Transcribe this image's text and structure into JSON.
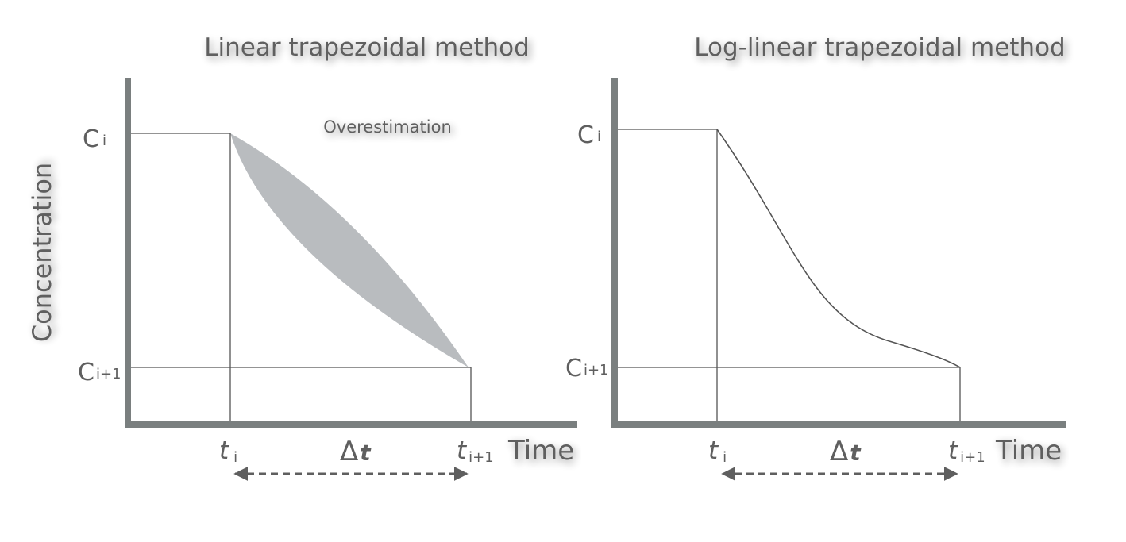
{
  "ylabel": "Concentration",
  "panels": [
    {
      "title": "Linear trapezoidal method",
      "annotation": "Overestimation",
      "xlabel": "Time",
      "y_upper_main": "C",
      "y_upper_sub": "i",
      "y_lower_main": "C",
      "y_lower_sub": "i+1",
      "x_left_main": "t",
      "x_left_sub": "i",
      "x_right_main": "t",
      "x_right_sub": "i+1",
      "interval_symbol": "Δ",
      "interval_var": "t"
    },
    {
      "title": "Log-linear trapezoidal method",
      "xlabel": "Time",
      "y_upper_main": "C",
      "y_upper_sub": "i",
      "y_lower_main": "C",
      "y_lower_sub": "i+1",
      "x_left_main": "t",
      "x_left_sub": "i",
      "x_right_main": "t",
      "x_right_sub": "i+1",
      "interval_symbol": "Δ",
      "interval_var": "t"
    }
  ],
  "colors": {
    "axis": "#7a7f7f",
    "line": "#555555",
    "text": "#5f5f5f",
    "area": "#b9bcbf"
  }
}
